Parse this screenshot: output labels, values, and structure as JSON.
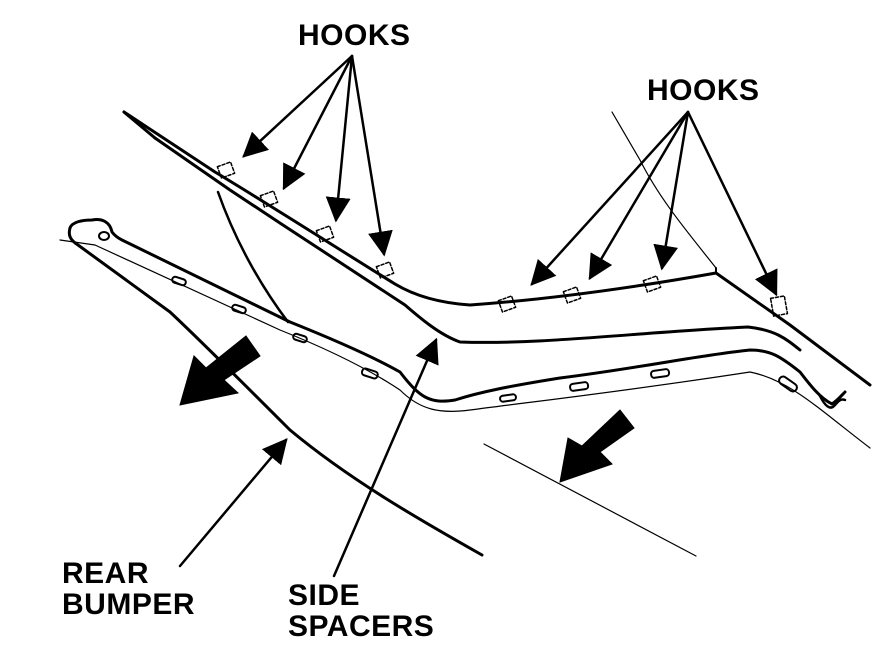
{
  "labels": {
    "hooks_left": "HOOKS",
    "hooks_right": "HOOKS",
    "rear_bumper": [
      "REAR",
      "BUMPER"
    ],
    "side_spacers": [
      "SIDE",
      "SPACERS"
    ]
  },
  "colors": {
    "ink": "#000000",
    "paper": "#ffffff"
  }
}
